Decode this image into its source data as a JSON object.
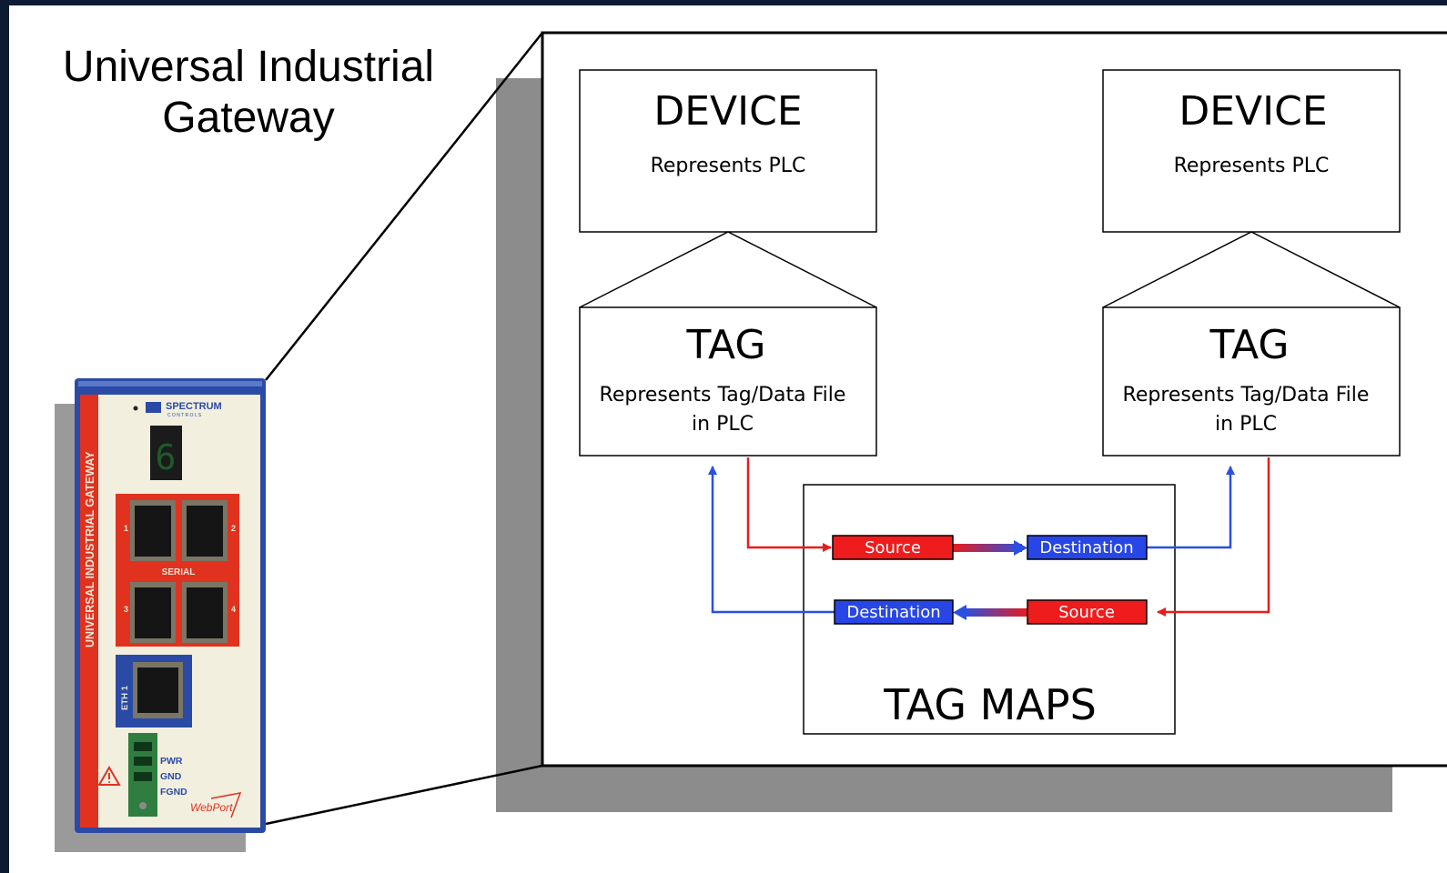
{
  "title": {
    "line1": "Universal Industrial",
    "line2": "Gateway"
  },
  "diagram": {
    "left_device": {
      "heading": "DEVICE",
      "sub": "Represents PLC"
    },
    "right_device": {
      "heading": "DEVICE",
      "sub": "Represents PLC"
    },
    "left_tag": {
      "heading": "TAG",
      "sub1": "Represents Tag/Data File",
      "sub2": "in PLC"
    },
    "right_tag": {
      "heading": "TAG",
      "sub1": "Represents Tag/Data File",
      "sub2": "in PLC"
    },
    "tag_maps": {
      "label": "TAG MAPS",
      "row1": {
        "source": "Source",
        "destination": "Destination"
      },
      "row2": {
        "destination": "Destination",
        "source": "Source"
      }
    }
  },
  "hardware": {
    "side_label": "UNIVERSAL INDUSTRIAL GATEWAY",
    "brand": "SPECTRUM",
    "brand_sub": "C O N T R O L S",
    "display_digit": "6",
    "serial_label": "SERIAL",
    "port_numbers": [
      "1",
      "2",
      "3",
      "4"
    ],
    "eth_label": "ETH 1",
    "power_labels": [
      "PWR",
      "GND",
      "FGND"
    ],
    "webport_label": "WebPort"
  },
  "colors": {
    "background": "#0d1a33",
    "source_fill": "#ee1c1c",
    "destination_fill": "#2846e6",
    "red_line": "#e81c1c",
    "blue_line": "#2b4fe0",
    "device_blue": "#2a4aa6",
    "device_red": "#e0321e",
    "device_face": "#f2efdf"
  }
}
